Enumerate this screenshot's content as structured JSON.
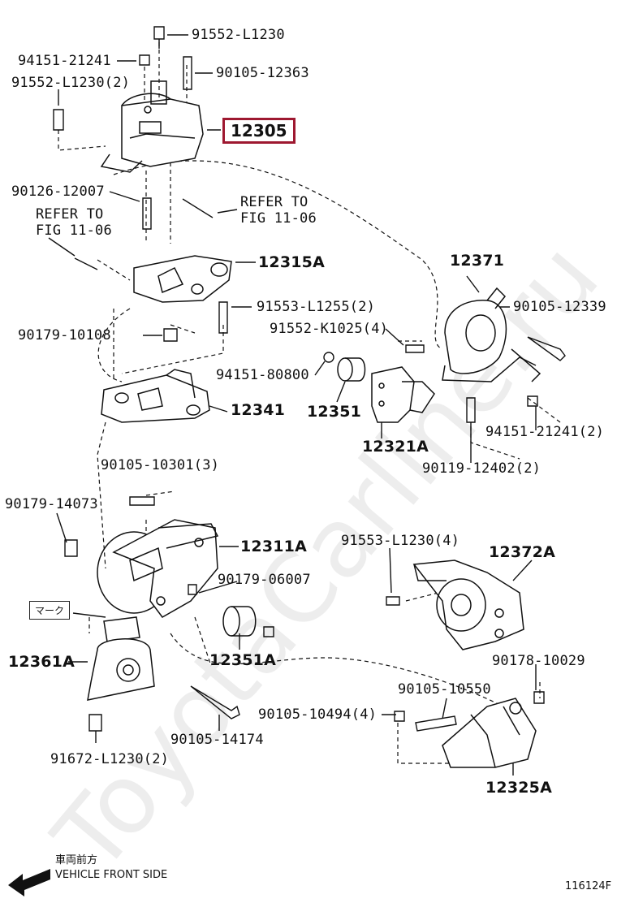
{
  "diagram": {
    "highlight_part": "12305",
    "labels": {
      "p91552_L1230_top": "91552-L1230",
      "p94151_21241": "94151-21241",
      "p90105_12363": "90105-12363",
      "p91552_L1230_2": "91552-L1230(2)",
      "p90126_12007": "90126-12007",
      "refer_right_1": "REFER TO",
      "refer_right_2": "FIG 11-06",
      "refer_left_1": "REFER TO",
      "refer_left_2": "FIG 11-06",
      "p12315A": "12315A",
      "p12371": "12371",
      "p91553_L1255": "91553-L1255(2)",
      "p90105_12339": "90105-12339",
      "p90179_10108": "90179-10108",
      "p91552_K1025": "91552-K1025(4)",
      "p94151_80800": "94151-80800",
      "p12341": "12341",
      "p12351": "12351",
      "p94151_21241_2": "94151-21241(2)",
      "p12321A": "12321A",
      "p90105_10301": "90105-10301(3)",
      "p90119_12402": "90119-12402(2)",
      "p90179_14073": "90179-14073",
      "p12311A": "12311A",
      "p91553_L1230": "91553-L1230(4)",
      "p12372A": "12372A",
      "p90179_06007": "90179-06007",
      "mark_jp": "マーク",
      "p12351A": "12351A",
      "p12361A": "12361A",
      "p90178_10029": "90178-10029",
      "p90105_10550": "90105-10550",
      "p90105_10494": "90105-10494(4)",
      "p90105_14174": "90105-14174",
      "p91672_L1230": "91672-L1230(2)",
      "p12325A": "12325A"
    },
    "footer": {
      "front_jp": "車両前方",
      "front_en": "VEHICLE FRONT SIDE",
      "figure_code": "116124F"
    },
    "watermark": "ToyotaCarline.ru",
    "colors": {
      "highlight_border": "#9e1830",
      "line": "#111111"
    }
  }
}
